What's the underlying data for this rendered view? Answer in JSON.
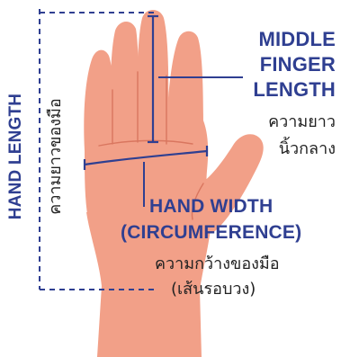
{
  "labels": {
    "hand_length_en": "HAND LENGTH",
    "hand_length_th": "ความยาวของมือ",
    "middle_finger_en_line1": "MIDDLE",
    "middle_finger_en_line2": "FINGER",
    "middle_finger_en_line3": "LENGTH",
    "middle_finger_th_line1": "ความยาว",
    "middle_finger_th_line2": "นิ้วกลาง",
    "hand_width_en_line1": "HAND WIDTH",
    "hand_width_en_line2": "(CIRCUMFERENCE)",
    "hand_width_th_line1": "ความกว้างของมือ",
    "hand_width_th_line2": "(เส้นรอบวง)"
  },
  "colors": {
    "skin": "#f2a088",
    "skin_shadow": "#e58a72",
    "skin_line": "#d9765f",
    "measure_line": "#2f3f91",
    "label_blue": "#2f3f91",
    "label_dark": "#222222"
  }
}
